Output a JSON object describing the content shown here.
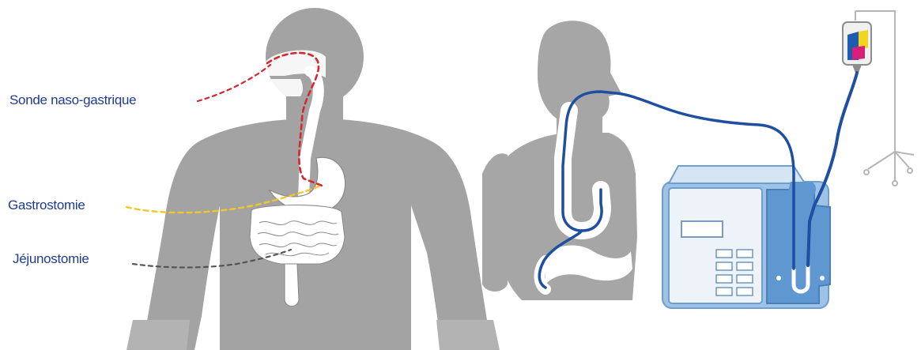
{
  "labels": {
    "nasogastric": "Sonde naso-gastrique",
    "gastrostomy": "Gastrostomie",
    "jejunostomy": "Jéjunostomie"
  },
  "colors": {
    "body_silhouette": "#9e9e9e",
    "body_silhouette_light": "#a8a8a8",
    "label_text": "#1f3c8c",
    "nasogastric_line": "#d6272f",
    "gastrostomy_line": "#f2c829",
    "jejunostomy_line": "#555555",
    "feeding_tube": "#1f4fa0",
    "organ_fill": "#ffffff",
    "organ_outline": "#8a8a8a",
    "pump_body": "#9ec3e6",
    "pump_dark": "#6f9fd0",
    "pump_screen": "#e9eef5",
    "stand": "#b5b5b5"
  },
  "icons": {
    "figure_left": "human-torso-silhouette",
    "figure_right": "human-torso-silhouette",
    "device": "enteral-feeding-pump",
    "bag": "iv-feeding-bag",
    "stand": "iv-pole"
  }
}
